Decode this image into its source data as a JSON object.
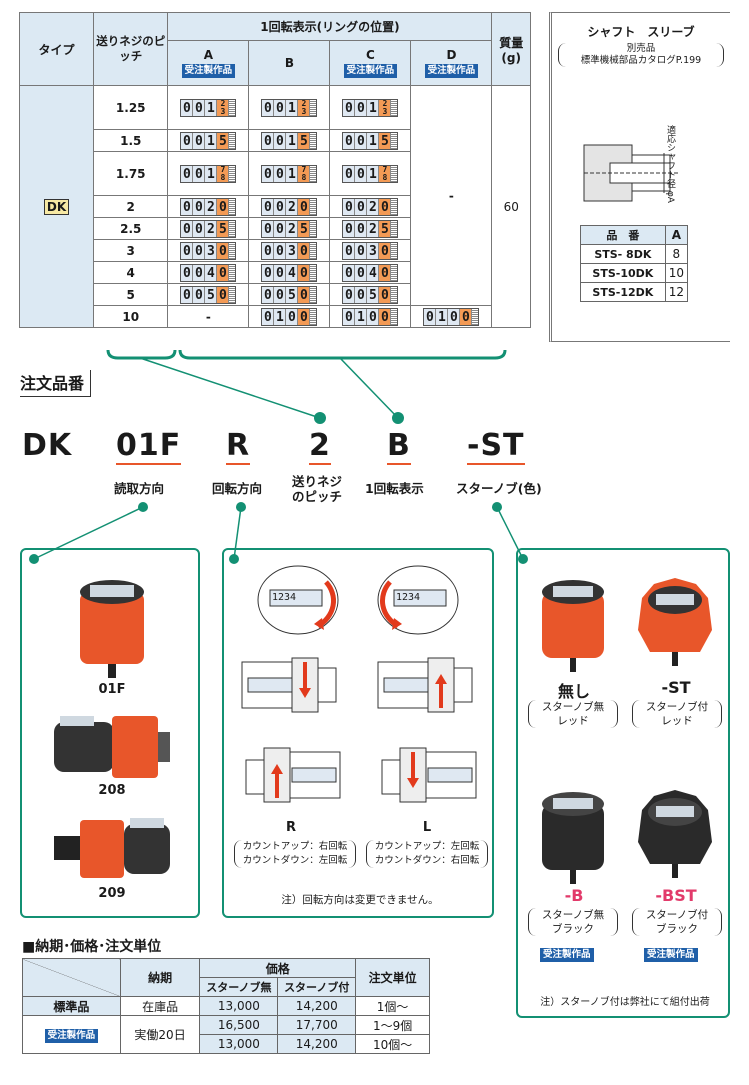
{
  "spec_table": {
    "h_type": "タイプ",
    "h_pitch": "送りネジのピッチ",
    "h_display": "1回転表示(リングの位置)",
    "h_mass": "質量(g)",
    "h_shaft": "シャフト　スリーブ",
    "h_shaft_sub1": "別売品",
    "h_shaft_sub2": "標準機械部品カタログP.199",
    "cols": [
      "A",
      "B",
      "C",
      "D"
    ],
    "badge": "受注製作品",
    "type": "DK",
    "mass": "60",
    "d_dash": "-",
    "rows": [
      {
        "pitch": "1.25",
        "a": "001",
        "frac": [
          "2",
          "3"
        ]
      },
      {
        "pitch": "1.5",
        "a": "0015"
      },
      {
        "pitch": "1.75",
        "a": "001",
        "frac": [
          "7",
          "8"
        ]
      },
      {
        "pitch": "2",
        "a": "0020"
      },
      {
        "pitch": "2.5",
        "a": "0025"
      },
      {
        "pitch": "3",
        "a": "0030"
      },
      {
        "pitch": "4",
        "a": "0040"
      },
      {
        "pitch": "5",
        "a": "0050"
      },
      {
        "pitch": "10",
        "a": "-",
        "bc": "0100"
      }
    ],
    "shaft_label": "適応シャフト径 φA",
    "parts": {
      "h1": "品　番",
      "h2": "A",
      "rows": [
        [
          "STS- 8DK",
          "8"
        ],
        [
          "STS-10DK",
          "10"
        ],
        [
          "STS-12DK",
          "12"
        ]
      ]
    }
  },
  "order": {
    "heading": "注文品番",
    "codes": [
      {
        "code": "DK",
        "cap": ""
      },
      {
        "code": "01F",
        "cap": "読取方向"
      },
      {
        "code": "R",
        "cap": "回転方向"
      },
      {
        "code": "2",
        "cap": "送りネジのピッチ"
      },
      {
        "code": "B",
        "cap": "1回転表示"
      },
      {
        "code": "-ST",
        "cap": "スターノブ(色)"
      }
    ],
    "cap_pitch_1": "送りネジ",
    "cap_pitch_2": "のピッチ"
  },
  "panel1": {
    "items": [
      "01F",
      "208",
      "209"
    ]
  },
  "panel2": {
    "counter": "1234",
    "R": "R",
    "R_up": "カウントアップ：右回転",
    "R_down": "カウントダウン：左回転",
    "L": "L",
    "L_up": "カウントアップ：左回転",
    "L_down": "カウントダウン：右回転",
    "note": "注）回転方向は変更できません。"
  },
  "panel3": {
    "items": [
      {
        "code": "無し",
        "d1": "スターノブ無",
        "d2": "レッド",
        "badge": ""
      },
      {
        "code": "-ST",
        "d1": "スターノブ付",
        "d2": "レッド",
        "badge": ""
      },
      {
        "code": "-B",
        "d1": "スターノブ無",
        "d2": "ブラック",
        "badge": "受注製作品"
      },
      {
        "code": "-BST",
        "d1": "スターノブ付",
        "d2": "ブラック",
        "badge": "受注製作品"
      }
    ],
    "note": "注）スターノブ付は弊社にて組付出荷"
  },
  "price": {
    "heading": "■納期･価格･注文単位",
    "h_delivery": "納期",
    "h_price": "価格",
    "h_no_knob": "スターノブ無",
    "h_knob": "スターノブ付",
    "h_unit": "注文単位",
    "std": "標準品",
    "std_delivery": "在庫品",
    "std_p1": "13,000",
    "std_p2": "14,200",
    "std_unit": "1個～",
    "mto": "受注製作品",
    "mto_delivery": "実働20日",
    "mto_rows": [
      [
        "16,500",
        "17,700",
        "1～9個"
      ],
      [
        "13,000",
        "14,200",
        "10個～"
      ]
    ]
  },
  "colors": {
    "accent": "#139073",
    "badge": "#1f5fa8",
    "header": "#dce9f3",
    "orange": "#e8562a",
    "counter_hi": "#f39a55"
  }
}
